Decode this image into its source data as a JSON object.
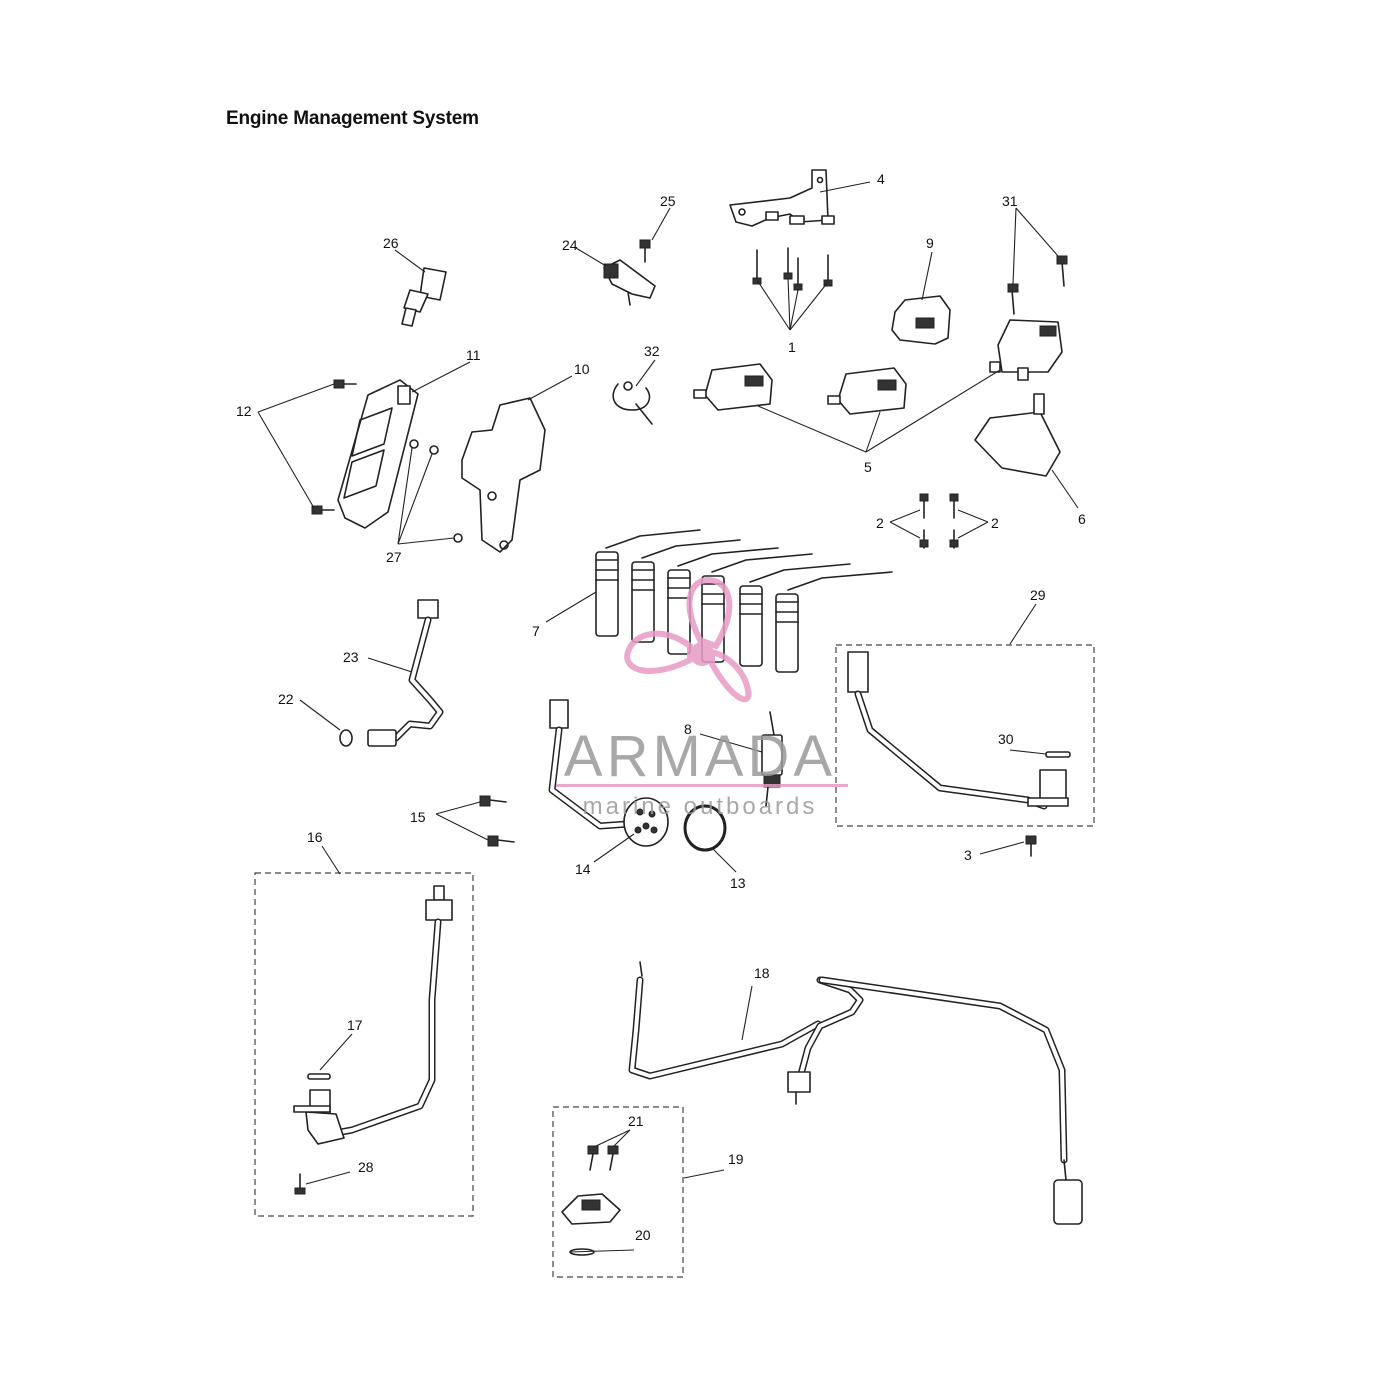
{
  "diagram": {
    "title": "Engine Management System",
    "callouts": [
      "1",
      "2",
      "2",
      "3",
      "4",
      "5",
      "6",
      "7",
      "8",
      "9",
      "10",
      "11",
      "12",
      "13",
      "14",
      "15",
      "16",
      "17",
      "18",
      "19",
      "20",
      "21",
      "22",
      "23",
      "24",
      "25",
      "26",
      "27",
      "28",
      "29",
      "30",
      "31",
      "32"
    ]
  },
  "watermark": {
    "brand": "ARMADA",
    "tagline": "marine outboards",
    "accent_color": "#e89bc6"
  }
}
